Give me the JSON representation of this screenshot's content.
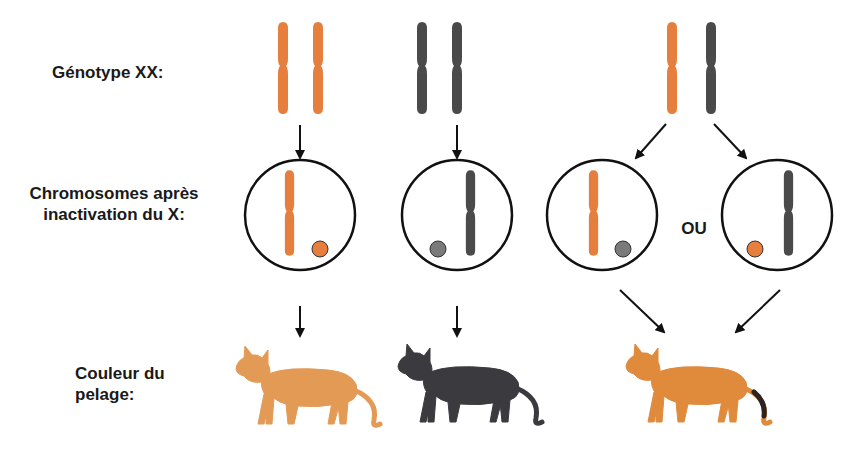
{
  "diagram": {
    "labels": [
      "Génotype XX:",
      "Chromosomes après inactivation du X:",
      "OU",
      "Couleur du pelage:"
    ]
  }
}
